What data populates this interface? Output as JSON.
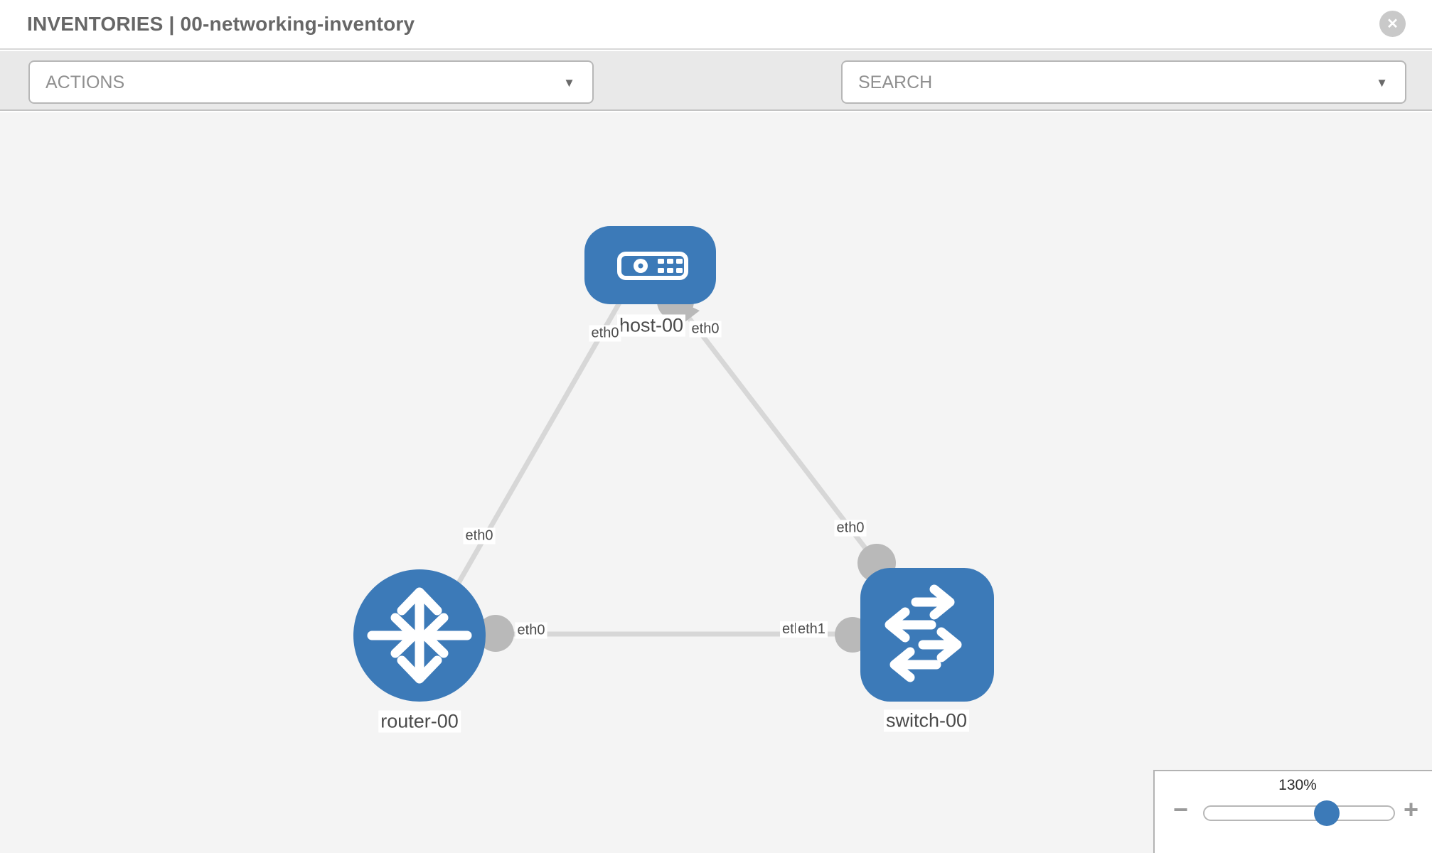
{
  "header": {
    "title": "INVENTORIES | 00-networking-inventory"
  },
  "toolbar": {
    "actions_label": "ACTIONS",
    "search_label": "SEARCH"
  },
  "icons": {
    "close": "✕",
    "caret": "▼",
    "minus": "−",
    "plus": "+"
  },
  "colors": {
    "node_blue": "#3c7ab8",
    "link_gray": "#d7d7d7",
    "connector_gray": "#b9b9b9",
    "canvas_bg": "#f4f4f4"
  },
  "topology": {
    "nodes": [
      {
        "id": "host-00",
        "label": "host-00",
        "type": "host"
      },
      {
        "id": "router-00",
        "label": "router-00",
        "type": "router"
      },
      {
        "id": "switch-00",
        "label": "switch-00",
        "type": "switch"
      }
    ],
    "links": [
      {
        "from": "host-00",
        "from_if": "eth0",
        "to": "router-00",
        "to_if": "eth0"
      },
      {
        "from": "host-00",
        "from_if": "eth0",
        "to": "switch-00",
        "to_if": "eth0"
      },
      {
        "from": "router-00",
        "from_if": "eth0",
        "to": "switch-00",
        "to_if": "eth1"
      }
    ],
    "interface_labels": {
      "host_to_router_host_side": "eth0",
      "host_to_switch_host_side": "eth0",
      "host_to_router_router_side": "eth0",
      "host_to_switch_switch_side": "eth0",
      "router_to_switch_router_side": "eth0",
      "router_to_switch_switch_side_under": "eth0",
      "router_to_switch_switch_side": "eth1"
    }
  },
  "zoom_control": {
    "level": "130%"
  }
}
